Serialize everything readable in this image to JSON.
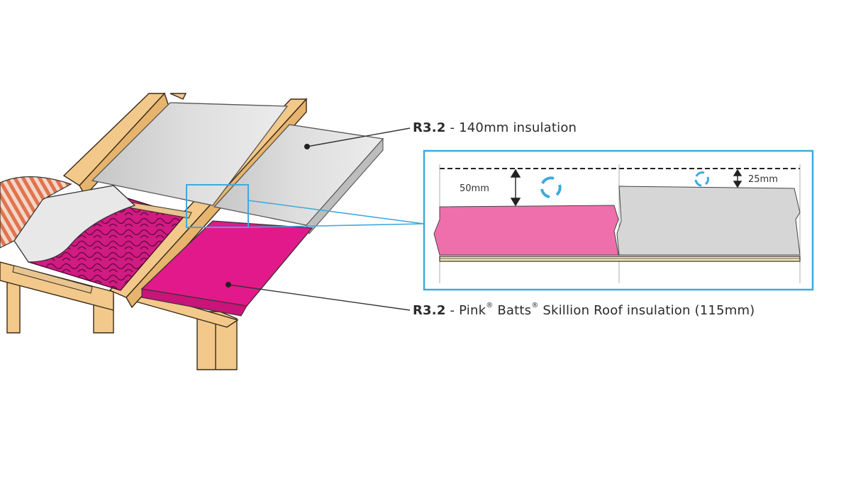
{
  "callouts": {
    "top": {
      "rating": "R3.2",
      "sep": " - ",
      "text": "140mm insulation"
    },
    "bottom": {
      "rating": "R3.2",
      "sep": " - ",
      "text_a": "Pink",
      "reg": "®",
      "text_b": " Batts",
      "text_c": " Skillion Roof insulation (115mm)"
    }
  },
  "detail": {
    "left_dim": "50mm",
    "right_dim": "25mm"
  },
  "icons": [
    "recycle-arrows-icon",
    "recycle-arrows-icon-small"
  ],
  "colors": {
    "pink": "#e2198a",
    "pink_detail": "#ee6fac",
    "grey": "#d4d4d4",
    "timber": "#f2c98a",
    "frame_blue": "#3fa9dd",
    "cladding": "#e0744e"
  }
}
